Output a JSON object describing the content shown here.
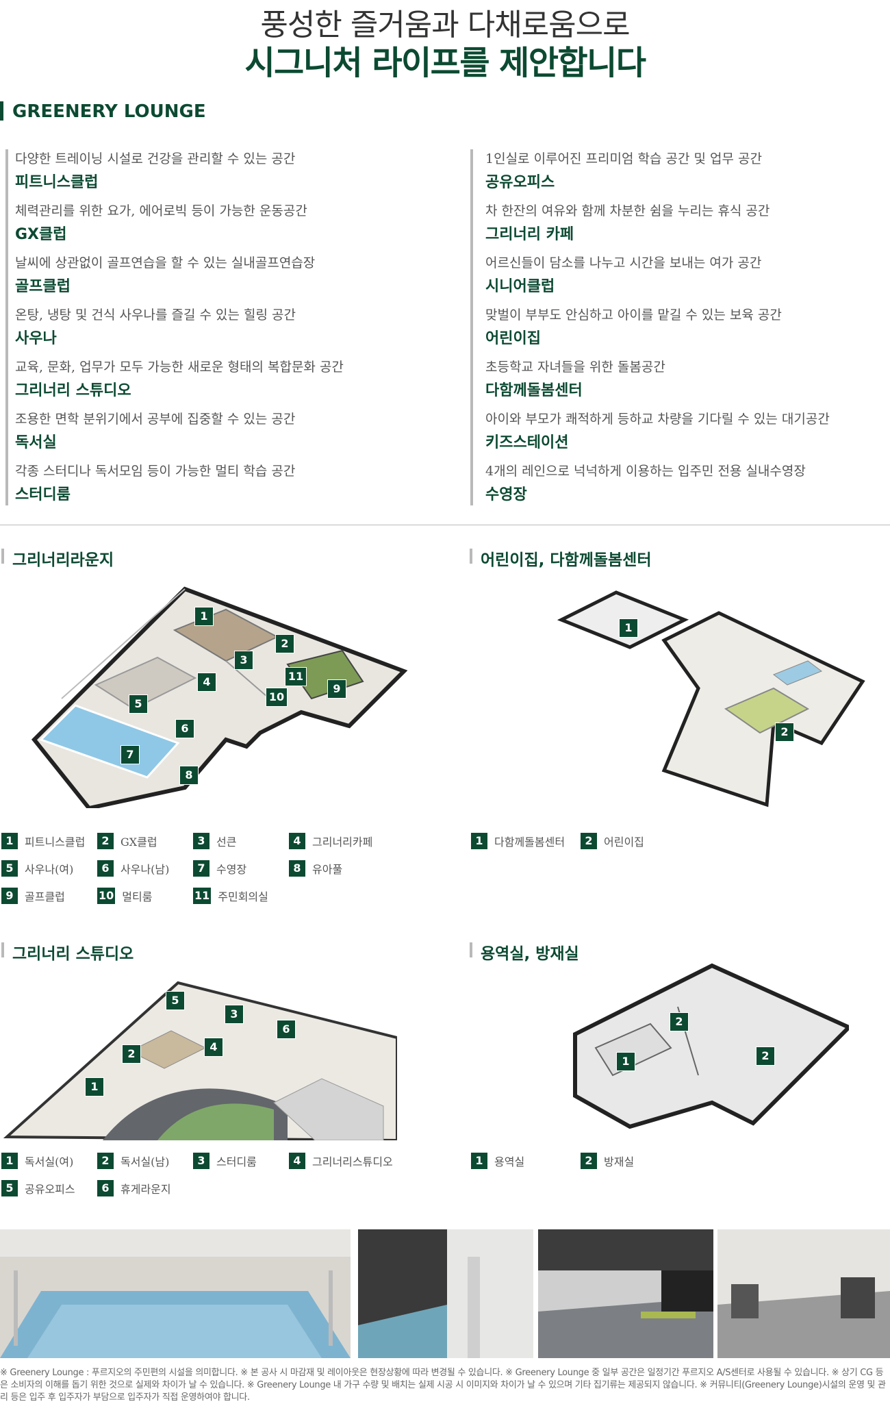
{
  "headline": {
    "line1": "풍성한 즐거움과 다채로움으로",
    "line2": "시그니처 라이프를 제안합니다"
  },
  "section_label": "GREENERY LOUNGE",
  "facilities_left": [
    {
      "desc": "다양한 트레이닝 시설로 건강을 관리할 수 있는 공간",
      "name": "피트니스클럽"
    },
    {
      "desc": "체력관리를 위한 요가, 에어로빅 등이 가능한 운동공간",
      "name": "GX클럽"
    },
    {
      "desc": "날씨에 상관없이 골프연습을 할 수 있는 실내골프연습장",
      "name": "골프클럽"
    },
    {
      "desc": "온탕, 냉탕 및 건식 사우나를 즐길 수 있는 힐링 공간",
      "name": "사우나"
    },
    {
      "desc": "교육, 문화, 업무가 모두 가능한 새로운 형태의 복합문화 공간",
      "name": "그리너리 스튜디오"
    },
    {
      "desc": "조용한 면학 분위기에서 공부에 집중할 수 있는 공간",
      "name": "독서실"
    },
    {
      "desc": "각종 스터디나 독서모임 등이 가능한 멀티 학습 공간",
      "name": "스터디룸"
    }
  ],
  "facilities_right": [
    {
      "desc": "1인실로 이루어진 프리미엄 학습 공간 및 업무 공간",
      "name": "공유오피스"
    },
    {
      "desc": "차 한잔의 여유와 함께 차분한 쉼을 누리는 휴식 공간",
      "name": "그리너리 카페"
    },
    {
      "desc": "어르신들이 담소를 나누고 시간을 보내는 여가 공간",
      "name": "시니어클럽"
    },
    {
      "desc": "맞벌이 부부도 안심하고 아이를 맡길 수 있는 보육 공간",
      "name": "어린이집"
    },
    {
      "desc": "초등학교 자녀들을 위한 돌봄공간",
      "name": "다함께돌봄센터"
    },
    {
      "desc": "아이와 부모가 쾌적하게 등하교 차량을 기다릴 수 있는 대기공간",
      "name": "키즈스테이션"
    },
    {
      "desc": "4개의 레인으로 넉넉하게 이용하는 입주민 전용 실내수영장",
      "name": "수영장"
    }
  ],
  "plans": {
    "lounge": {
      "title": "그리너리라운지",
      "legend": [
        {
          "n": "1",
          "label": "피트니스클럽"
        },
        {
          "n": "2",
          "label": "GX클럽"
        },
        {
          "n": "3",
          "label": "선큰"
        },
        {
          "n": "4",
          "label": "그리너리카페"
        },
        {
          "n": "5",
          "label": "사우나(여)"
        },
        {
          "n": "6",
          "label": "사우나(남)"
        },
        {
          "n": "7",
          "label": "수영장"
        },
        {
          "n": "8",
          "label": "유아풀"
        },
        {
          "n": "9",
          "label": "골프클럽"
        },
        {
          "n": "10",
          "label": "멀티룸"
        },
        {
          "n": "11",
          "label": "주민회의실"
        }
      ]
    },
    "childcare": {
      "title": "어린이집, 다함께돌봄센터",
      "legend": [
        {
          "n": "1",
          "label": "다함께돌봄센터"
        },
        {
          "n": "2",
          "label": "어린이집"
        }
      ]
    },
    "studio": {
      "title": "그리너리 스튜디오",
      "legend": [
        {
          "n": "1",
          "label": "독서실(여)"
        },
        {
          "n": "2",
          "label": "독서실(남)"
        },
        {
          "n": "3",
          "label": "스터디룸"
        },
        {
          "n": "4",
          "label": "그리너리스튜디오"
        },
        {
          "n": "5",
          "label": "공유오피스"
        },
        {
          "n": "6",
          "label": "휴게라운지"
        }
      ]
    },
    "storage": {
      "title": "용역실, 방재실",
      "legend": [
        {
          "n": "1",
          "label": "용역실"
        },
        {
          "n": "2",
          "label": "방재실"
        }
      ]
    }
  },
  "footnote": "※ Greenery Lounge : 푸르지오의 주민편의 시설을 의미합니다. ※ 본 공사 시 마감재 및 레이아웃은 현장상황에 따라 변경될 수 있습니다. ※ Greenery Lounge 중 일부 공간은 일정기간 푸르지오 A/S센터로 사용될 수 있습니다. ※ 상기 CG 등은 소비자의 이해를 돕기 위한 것으로 실제와 차이가 날 수 있습니다. ※ Greenery Lounge 내 가구 수량 및 배치는 실제 시공 시 이미지와 차이가 날 수 있으며 기타 집기류는 제공되지 않습니다. ※ 커뮤니티(Greenery Lounge)시설의 운영 및 관리 등은 입주 후 입주자가 부담으로 입주자가 직접 운영하여야 합니다.",
  "colors": {
    "brand_green": "#0c4a32",
    "grey_bar": "#b9b9b9"
  }
}
